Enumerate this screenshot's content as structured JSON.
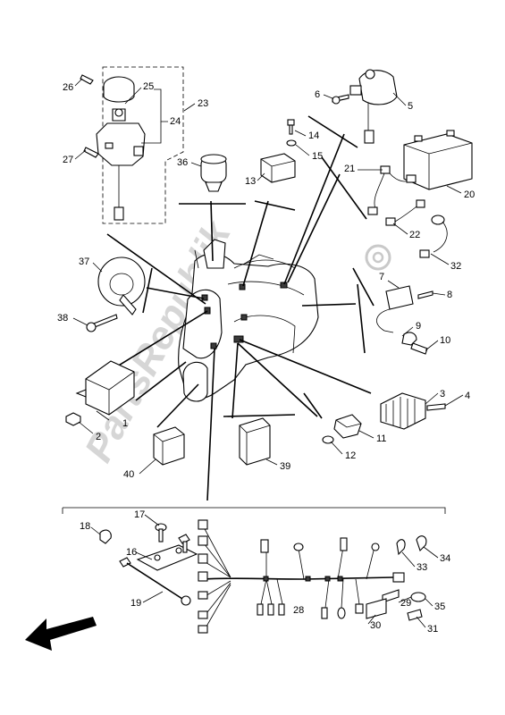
{
  "watermark": "PartsRepublik",
  "parts": [
    {
      "id": "p1",
      "num": "1"
    },
    {
      "id": "p2",
      "num": "2"
    },
    {
      "id": "p3",
      "num": "3"
    },
    {
      "id": "p4",
      "num": "4"
    },
    {
      "id": "p5",
      "num": "5"
    },
    {
      "id": "p6",
      "num": "6"
    },
    {
      "id": "p7",
      "num": "7"
    },
    {
      "id": "p8",
      "num": "8"
    },
    {
      "id": "p9",
      "num": "9"
    },
    {
      "id": "p10",
      "num": "10"
    },
    {
      "id": "p11",
      "num": "11"
    },
    {
      "id": "p12",
      "num": "12"
    },
    {
      "id": "p13",
      "num": "13"
    },
    {
      "id": "p14",
      "num": "14"
    },
    {
      "id": "p15",
      "num": "15"
    },
    {
      "id": "p16",
      "num": "16"
    },
    {
      "id": "p17",
      "num": "17"
    },
    {
      "id": "p18",
      "num": "18"
    },
    {
      "id": "p19",
      "num": "19"
    },
    {
      "id": "p20",
      "num": "20"
    },
    {
      "id": "p21",
      "num": "21"
    },
    {
      "id": "p22",
      "num": "22"
    },
    {
      "id": "p23",
      "num": "23"
    },
    {
      "id": "p24",
      "num": "24"
    },
    {
      "id": "p25",
      "num": "25"
    },
    {
      "id": "p26",
      "num": "26"
    },
    {
      "id": "p27",
      "num": "27"
    },
    {
      "id": "p28",
      "num": "28"
    },
    {
      "id": "p29",
      "num": "29"
    },
    {
      "id": "p30",
      "num": "30"
    },
    {
      "id": "p31",
      "num": "31"
    },
    {
      "id": "p32",
      "num": "32"
    },
    {
      "id": "p33",
      "num": "33"
    },
    {
      "id": "p34",
      "num": "34"
    },
    {
      "id": "p35",
      "num": "35"
    },
    {
      "id": "p36",
      "num": "36"
    },
    {
      "id": "p37",
      "num": "37"
    },
    {
      "id": "p38",
      "num": "38"
    },
    {
      "id": "p39",
      "num": "39"
    },
    {
      "id": "p40",
      "num": "40"
    }
  ]
}
